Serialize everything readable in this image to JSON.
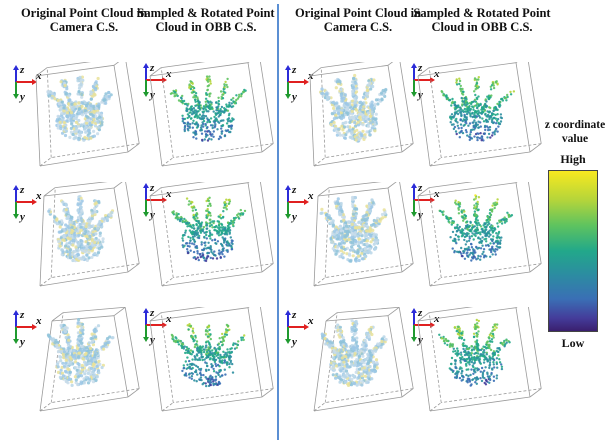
{
  "headers": {
    "original_1": "Original Point Cloud in Camera C.S.",
    "sampled_1": "Sampled & Rotated Point Cloud in OBB C.S.",
    "original_2": "Original Point Cloud in Camera C.S.",
    "sampled_2": "Sampled & Rotated Point Cloud in OBB C.S."
  },
  "axis_labels": {
    "z": "z",
    "x": "x",
    "y": "y"
  },
  "legend": {
    "title": "z coordinate value",
    "high": "High",
    "low": "Low"
  },
  "colors": {
    "axis_z": "#2b2bd8",
    "axis_x": "#e02020",
    "axis_y": "#1f9a2f",
    "divider": "#5b8fd3"
  }
}
